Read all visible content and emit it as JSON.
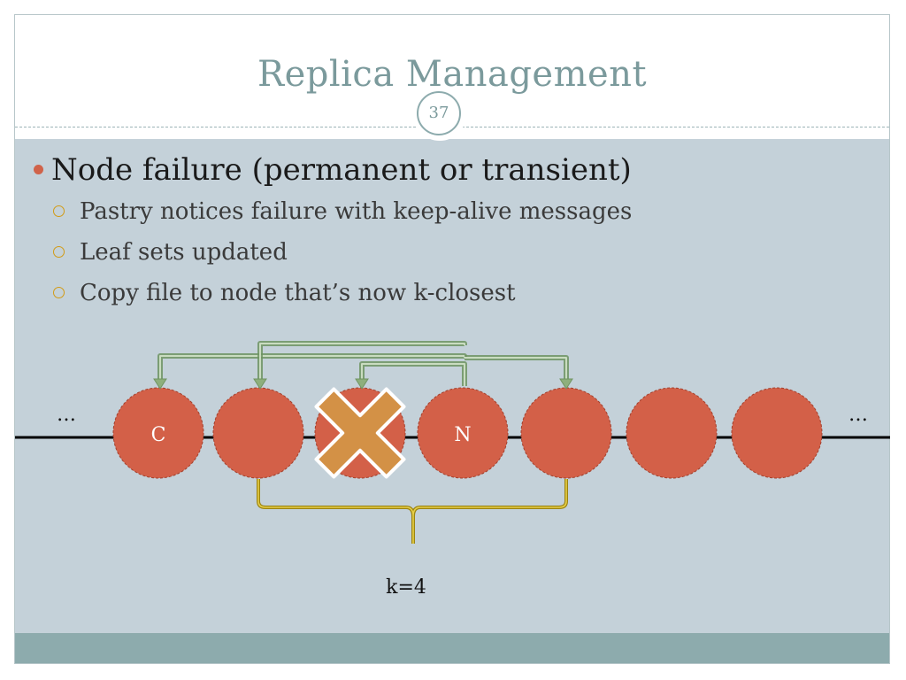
{
  "slide": {
    "title": "Replica Management",
    "number": "37"
  },
  "bullets": {
    "main": "Node failure (permanent or transient)",
    "sub": [
      "Pastry notices failure with keep-alive messages",
      "Leaf sets updated",
      "Copy file to node that’s now k-closest"
    ]
  },
  "diagram": {
    "left_ellipsis": "…",
    "right_ellipsis": "…",
    "nodes": [
      {
        "label": "C",
        "failed": false
      },
      {
        "label": "",
        "failed": false
      },
      {
        "label": "",
        "failed": true
      },
      {
        "label": "N",
        "failed": false
      },
      {
        "label": "",
        "failed": false
      },
      {
        "label": "",
        "failed": false
      },
      {
        "label": "",
        "failed": false
      }
    ],
    "brace_label": "k=4",
    "colors": {
      "node_fill": "#d36048",
      "failed_cross": "#d39146",
      "arrow": "#8eaf7c",
      "brace": "#c9ac17",
      "line": "#000000"
    }
  }
}
